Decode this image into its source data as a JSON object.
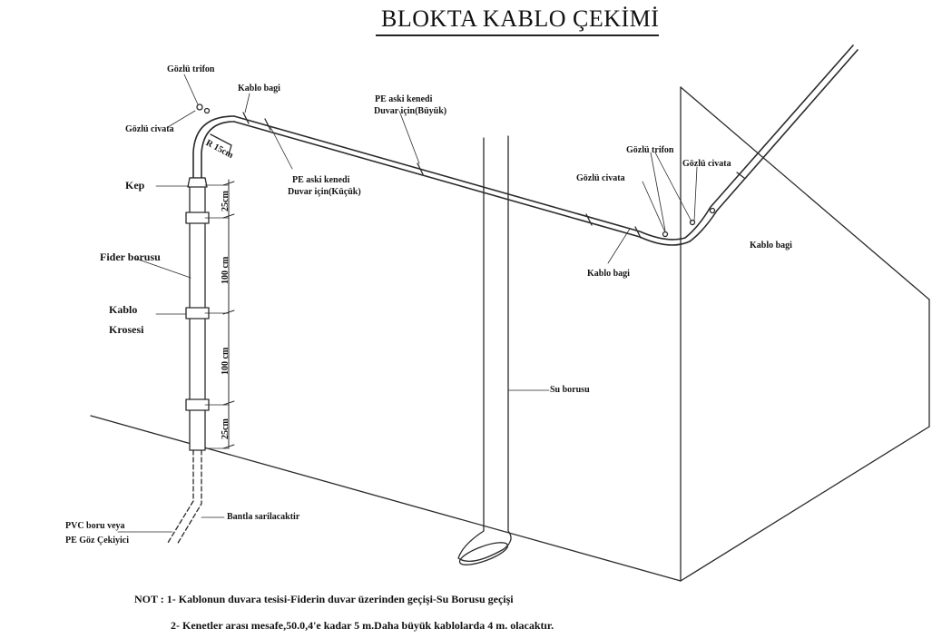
{
  "title": "BLOKTA KABLO ÇEKİMİ",
  "labels": {
    "gozlu_trifon_left": "Gözlü trifon",
    "kablo_bagi_top": "Kablo bagi",
    "gozlu_civata_left": "Gözlü civata",
    "radius": "R 15cm",
    "pe_kucuk_1": "PE aski kenedi",
    "pe_kucuk_2": "Duvar için(Küçük)",
    "pe_buyuk_1": "PE aski kenedi",
    "pe_buyuk_2": "Duvar için(Büyük)",
    "kep": "Kep",
    "fider_borusu": "Fider borusu",
    "kablo": "Kablo",
    "krosesi": "Krosesi",
    "gozlu_trifon_right": "Gözlü trifon",
    "gozlu_civata_mid": "Gözlü civata",
    "gozlu_civata_right": "Gözlü civata",
    "kablo_bagi_corner": "Kablo bagi",
    "kablo_bagi_right": "Kablo bagi",
    "su_borusu": "Su borusu",
    "bantla": "Bantla sarilacaktir",
    "pvc_1": "PVC boru veya",
    "pvc_2": "PE Göz Çekiyici"
  },
  "dimensions": {
    "d1": "25cm",
    "d2": "100 cm",
    "d3": "100 cm",
    "d4": "25cm"
  },
  "notes": {
    "line1": "NOT : 1- Kablonun duvara tesisi-Fiderin duvar üzerinden geçişi-Su Borusu geçişi",
    "line2": "2- Kenetler arası mesafe,50.0,4'e kadar 5 m.Daha büyük kablolarda 4 m. olacaktır."
  }
}
